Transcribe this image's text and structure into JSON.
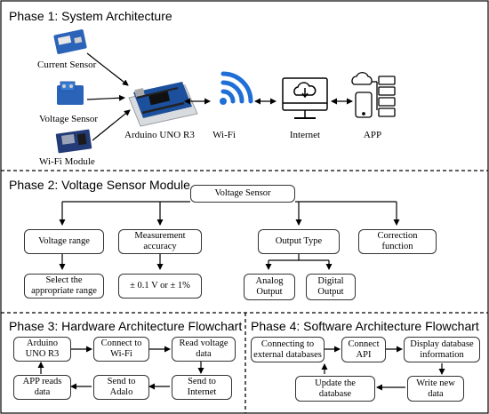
{
  "phase1": {
    "title": "Phase 1: System Architecture",
    "labels": {
      "current_sensor": "Current Sensor",
      "voltage_sensor": "Voltage Sensor",
      "wifi_module": "Wi-Fi Module",
      "arduino": "Arduino UNO R3",
      "wifi": "Wi-Fi",
      "internet": "Internet",
      "app": "APP"
    }
  },
  "phase2": {
    "title": "Phase 2: Voltage Sensor Module",
    "root": "Voltage Sensor",
    "nodes": {
      "voltage_range": "Voltage range",
      "measurement_accuracy": "Measurement\naccuracy",
      "output_type": "Output Type",
      "correction_function": "Correction\nfunction",
      "select_range": "Select the\nappropriate range",
      "accuracy_value": "± 0.1 V or ± 1%",
      "analog_output": "Analog\nOutput",
      "digital_output": "Digital\nOutput"
    }
  },
  "phase3": {
    "title": "Phase 3: Hardware Architecture Flowchart",
    "steps": {
      "arduino": "Arduino\nUNO R3",
      "connect_wifi": "Connect to\nWi-Fi",
      "read_voltage": "Read voltage\ndata",
      "send_internet": "Send to\nInternet",
      "send_adalo": "Send to\nAdalo",
      "app_reads": "APP reads\ndata"
    }
  },
  "phase4": {
    "title": "Phase 4: Software Architecture Flowchart",
    "steps": {
      "connect_db": "Connecting to\nexternal databases",
      "connect_api": "Connect\nAPI",
      "display_db": "Display database\ninformation",
      "write_data": "Write new\ndata",
      "update_db": "Update the\ndatabase"
    }
  },
  "colors": {
    "wifi_blue": "#1f6fd6",
    "board_blue": "#1c4f9c",
    "sensor_blue": "#2b63b8",
    "border": "#333333"
  }
}
